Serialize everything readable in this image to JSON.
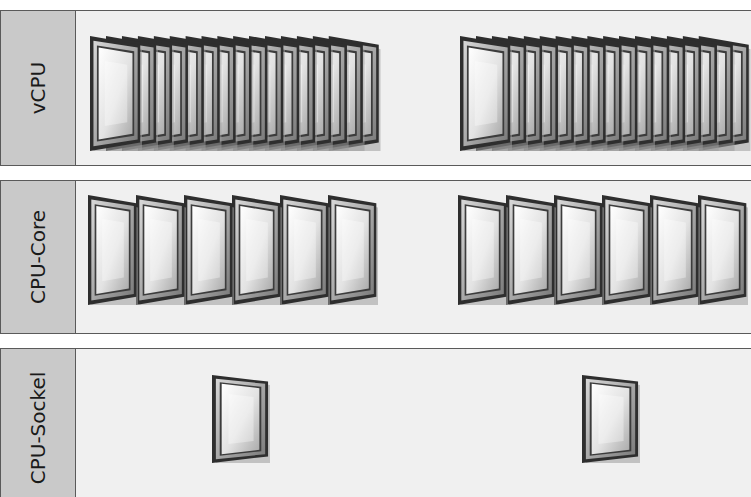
{
  "diagram": {
    "nodes": [
      {
        "text": [
          "vCPU"
        ]
      },
      {
        "text": [
          "CPU-Core"
        ]
      },
      {
        "text": [
          "CPU-Sockel"
        ]
      }
    ]
  }
}
